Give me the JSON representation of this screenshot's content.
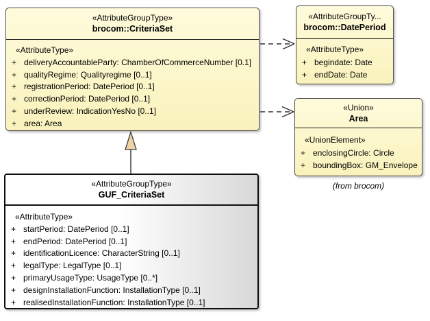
{
  "colors": {
    "box_fill_top": "#FEFBDC",
    "box_fill_bottom": "#FAF2BC",
    "box_border": "#4A4A4A",
    "guf_fill_left": "#FFFFFF",
    "guf_fill_right": "#D8D8D8",
    "generalization_fill": "#F0D3A4",
    "connector": "#2F2F2F"
  },
  "diagram": {
    "caption": "(from brocom)",
    "classes": {
      "criteriaset": {
        "stereotype": "«AttributeGroupType»",
        "name": "brocom::CriteriaSet",
        "section": "«AttributeType»",
        "attributes": [
          {
            "vis": "+",
            "text": "deliveryAccountableParty: ChamberOfCommerceNumber [0.1]"
          },
          {
            "vis": "+",
            "text": "qualityRegime: Qualityregime [0..1]"
          },
          {
            "vis": "+",
            "text": "registrationPeriod: DatePeriod [0..1]"
          },
          {
            "vis": "+",
            "text": "correctionPeriod: DatePeriod [0..1]"
          },
          {
            "vis": "+",
            "text": "underReview: IndicationYesNo [0..1]"
          },
          {
            "vis": "+",
            "text": "area: Area"
          }
        ]
      },
      "dateperiod": {
        "stereotype": "«AttributeGroupTy...",
        "name": "brocom::DatePeriod",
        "section": "«AttributeType»",
        "attributes": [
          {
            "vis": "+",
            "text": "begindate: Date"
          },
          {
            "vis": "+",
            "text": "endDate: Date"
          }
        ]
      },
      "area": {
        "stereotype": "«Union»",
        "name": "Area",
        "section": "«UnionElement»",
        "attributes": [
          {
            "vis": "+",
            "text": "enclosingCircle: Circle"
          },
          {
            "vis": "+",
            "text": "boundingBox: GM_Envelope"
          }
        ]
      },
      "guf": {
        "stereotype": "«AttributeGroupType»",
        "name": "GUF_CriteriaSet",
        "section": "«AttributeType»",
        "attributes": [
          {
            "vis": "+",
            "text": "startPeriod: DatePeriod [0..1]"
          },
          {
            "vis": "+",
            "text": "endPeriod: DatePeriod [0..1]"
          },
          {
            "vis": "+",
            "text": "identificationLicence: CharacterString [0..1]"
          },
          {
            "vis": "+",
            "text": "legalType: LegalType [0..1]"
          },
          {
            "vis": "+",
            "text": "primaryUsageType: UsageType [0..*]"
          },
          {
            "vis": "+",
            "text": "designInstallationFunction: InstallationType [0..1]"
          },
          {
            "vis": "+",
            "text": "realisedInstallationFunction: InstallationType [0..1]"
          }
        ]
      }
    },
    "connectors": [
      {
        "type": "dependency",
        "style": "dashed-open-arrow",
        "from": "brocom::CriteriaSet",
        "to": "brocom::DatePeriod"
      },
      {
        "type": "dependency",
        "style": "dashed-open-arrow",
        "from": "brocom::CriteriaSet",
        "to": "Area"
      },
      {
        "type": "generalization",
        "style": "solid-triangle-arrow",
        "from": "GUF_CriteriaSet",
        "to": "brocom::CriteriaSet"
      }
    ]
  }
}
